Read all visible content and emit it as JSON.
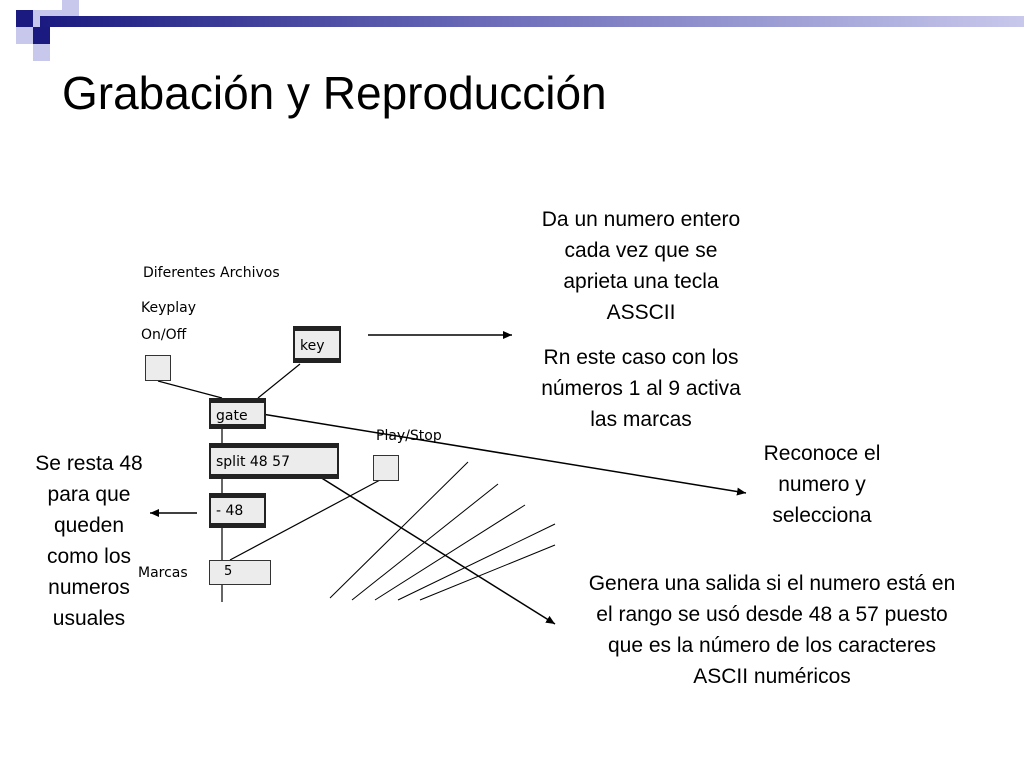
{
  "slide": {
    "title": "Grabación y Reproducción",
    "accent_dark": "#1a1a80",
    "accent_light": "#c8c8ec"
  },
  "patch": {
    "label_archivos": "Diferentes Archivos",
    "label_keyplay_1": "Keyplay",
    "label_keyplay_2": "On/Off",
    "obj_key": "key",
    "obj_gate": "gate",
    "obj_split": "split 48 57",
    "obj_minus": "- 48",
    "label_playstop": "Play/Stop",
    "label_marcas": "Marcas",
    "numbox_value": "5"
  },
  "notes": {
    "key_note": "Da un numero entero cada vez que se aprieta una tecla ASSCII",
    "marcas_note": "Rn este caso con los números 1 al 9 activa las marcas",
    "gate_note": "Reconoce el numero y selecciona",
    "minus_note": "Se resta 48 para que queden como los numeros usuales",
    "split_note": "Genera una salida si el numero está en el rango se usó desde 48 a 57 puesto que es la número de los caracteres ASCII numéricos"
  }
}
